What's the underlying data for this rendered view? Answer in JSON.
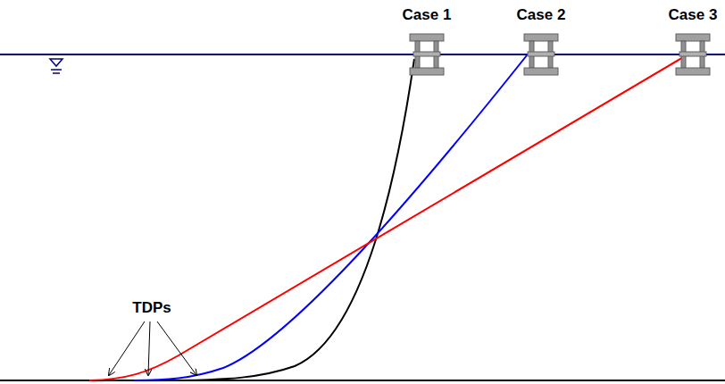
{
  "diagram": {
    "labels": [
      "Case 1",
      "Case 2",
      "Case 3",
      "TDPs"
    ]
  }
}
